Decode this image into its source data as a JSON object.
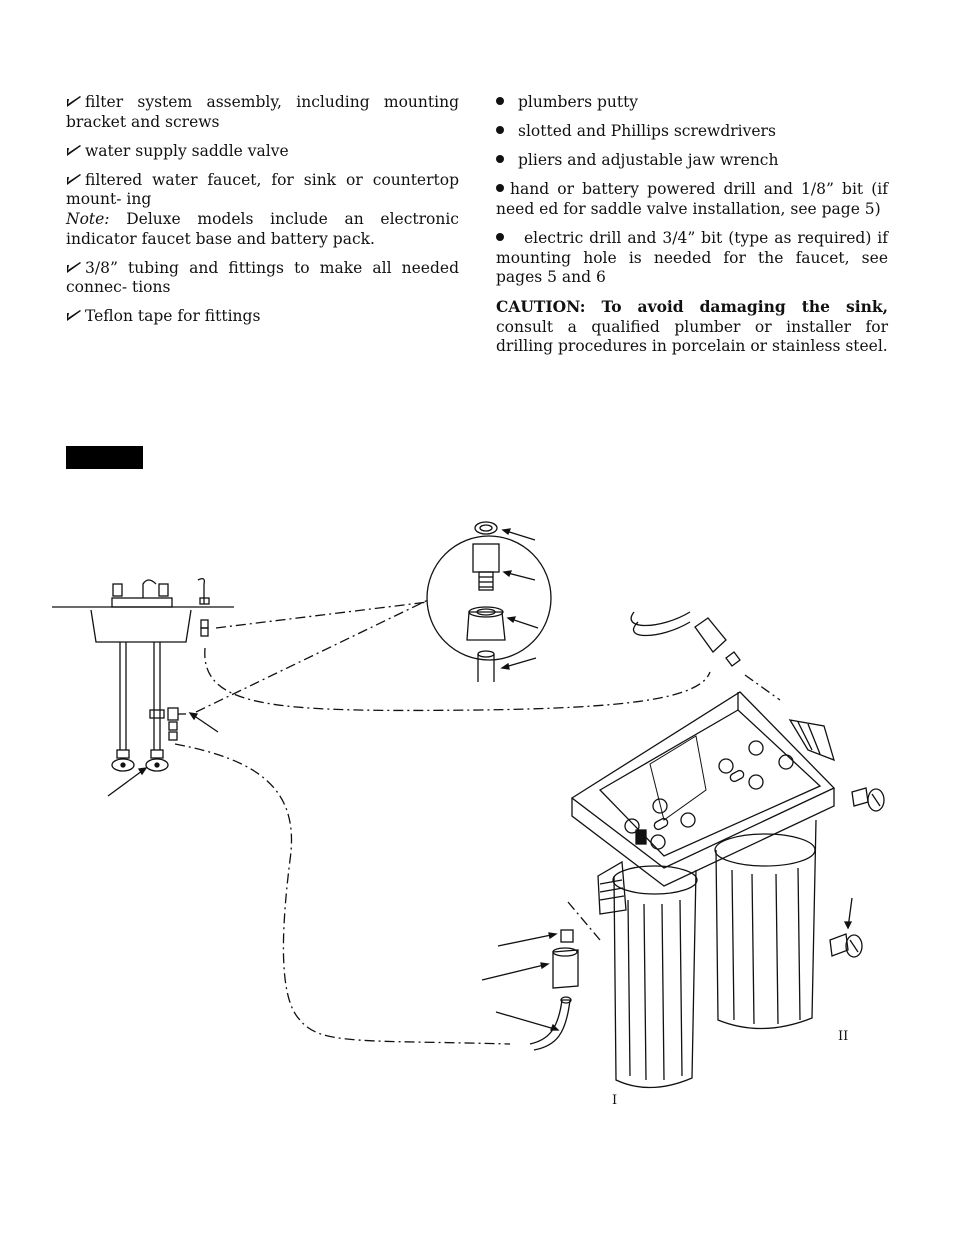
{
  "left_column": {
    "item1": "filter system assembly, including mounting bracket and screws",
    "item2": "water supply saddle valve",
    "item3": "filtered water faucet, for sink or countertop mount- ing",
    "note_label": "Note:",
    "note_text": "Deluxe models include an electronic indicator faucet base and battery pack.",
    "item4": "3/8” tubing and fittings to make all needed connec- tions",
    "item5": "Teflon tape for fittings"
  },
  "right_column": {
    "tool1": "plumbers putty",
    "tool2": "slotted and Phillips screwdrivers",
    "tool3": "pliers and adjustable jaw wrench",
    "tool4": "hand or battery powered drill and 1/8” bit (if need ed for saddle valve installation, see page 5)",
    "tool5": "electric drill and 3/4” bit (type as required) if mounting hole is needed for the faucet, see pages 5 and 6",
    "caution_label": "CAUTION: To avoid damaging the sink,",
    "caution_text": "consult a qualified plumber or installer for drilling procedures in porcelain or stainless steel."
  },
  "diagram": {
    "label_1": "I",
    "label_2": "II"
  }
}
